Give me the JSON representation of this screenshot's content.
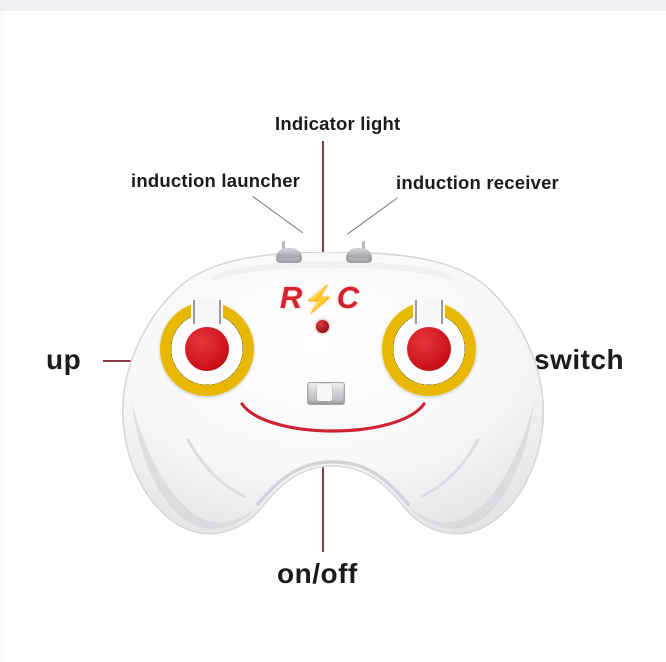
{
  "image": {
    "subject": "RC remote control transmitter diagram",
    "background_color": "#ffffff",
    "leader_line_color": "#8a3a44",
    "label_text_color": "#1b1b1b"
  },
  "labels": {
    "indicator_light": "Indicator light",
    "induction_launcher": "induction launcher",
    "induction_receiver": "induction receiver",
    "up": "up",
    "switch": "switch",
    "on_off": "on/off"
  },
  "device": {
    "brand_logo": "R",
    "brand_logo_bolt": "⚡",
    "brand_logo_tail": "C",
    "body_color": "#f7f7f7",
    "accent_colors": {
      "knob_red": "#c91019",
      "ring_yellow": "#e8b800",
      "logo_red": "#d4222c",
      "smile_red": "#cf2233",
      "led_red": "#8e0d12",
      "switch_gray": "#b6b6ba"
    },
    "parts": [
      {
        "name": "indicator-led",
        "label": "Indicator light"
      },
      {
        "name": "induction-launcher-nub",
        "label": "induction launcher"
      },
      {
        "name": "induction-receiver-nub",
        "label": "induction receiver"
      },
      {
        "name": "left-joystick",
        "label": "up"
      },
      {
        "name": "right-joystick",
        "label": "switch"
      },
      {
        "name": "power-slider",
        "label": "on/off"
      }
    ]
  }
}
